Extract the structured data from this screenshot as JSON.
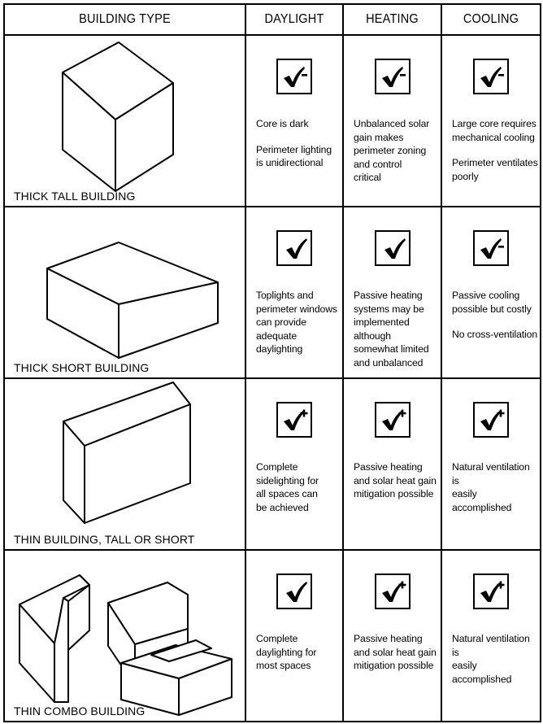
{
  "header": {
    "building_type": "BUILDING TYPE",
    "daylight": "DAYLIGHT",
    "heating": "HEATING",
    "cooling": "COOLING"
  },
  "rows": [
    {
      "label": "THICK TALL BUILDING",
      "icon": "tall-box-icon",
      "daylight": {
        "rating": "minus",
        "notes": [
          "Core is dark",
          "Perimeter lighting\nis unidirectional"
        ]
      },
      "heating": {
        "rating": "minus",
        "notes": [
          "Unbalanced solar\ngain makes\nperimeter zoning\nand control\ncritical"
        ]
      },
      "cooling": {
        "rating": "minus",
        "notes": [
          "Large core requires\nmechanical cooling",
          "Perimeter ventilates\npoorly"
        ]
      }
    },
    {
      "label": "THICK SHORT BUILDING",
      "icon": "flat-slab-icon",
      "daylight": {
        "rating": "check",
        "notes": [
          "Toplights and\nperimeter windows\ncan provide\nadequate\ndaylighting"
        ]
      },
      "heating": {
        "rating": "check",
        "notes": [
          "Passive heating\nsystems may be\nimplemented although\nsomewhat limited\nand unbalanced"
        ]
      },
      "cooling": {
        "rating": "minus",
        "notes": [
          "Passive cooling\npossible but costly",
          "No cross-ventilation"
        ]
      }
    },
    {
      "label": "THIN BUILDING, TALL OR SHORT",
      "icon": "thin-slab-icon",
      "daylight": {
        "rating": "plus",
        "notes": [
          "Complete\nsidelighting for\nall spaces can\nbe achieved"
        ]
      },
      "heating": {
        "rating": "plus",
        "notes": [
          "Passive heating\nand solar heat gain\nmitigation possible"
        ]
      },
      "cooling": {
        "rating": "plus",
        "notes": [
          "Natural ventilation is\neasily accomplished"
        ]
      }
    },
    {
      "label": "THIN COMBO BUILDING",
      "icon": "combo-shapes-icon",
      "daylight": {
        "rating": "check",
        "notes": [
          "Complete\ndaylighting for\nmost spaces"
        ]
      },
      "heating": {
        "rating": "plus",
        "notes": [
          "Passive heating\nand solar heat gain\nmitigation possible"
        ]
      },
      "cooling": {
        "rating": "plus",
        "notes": [
          "Natural ventilation is\neasily accomplished"
        ]
      }
    }
  ]
}
